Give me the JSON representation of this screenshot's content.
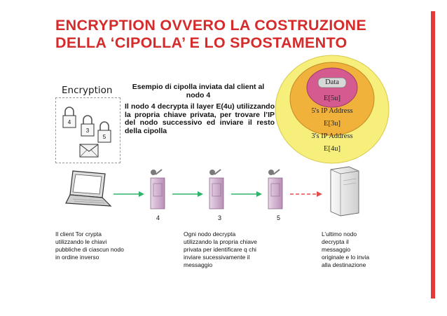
{
  "slide": {
    "title": "ENCRYPTION OVVERO LA COSTRUZIONE DELLA ‘CIPOLLA’ E LO SPOSTAMENTO",
    "encryption_label": "Encryption",
    "lock_numbers": [
      "4",
      "3",
      "5"
    ],
    "example_title": "Esempio di cipolla inviata dal client al nodo 4",
    "example_body": "Il nodo 4 decrypta il layer E(4u) utilizzando la propria chiave privata, per trovare l’IP del nodo successivo ed inviare il resto della cipolla",
    "onion_layers": [
      "Data",
      "E[5u]",
      "5's IP Address",
      "E[3u]",
      "3's IP Address",
      "E[4u]"
    ],
    "node_numbers": [
      "4",
      "3",
      "5"
    ],
    "caption_left": "Il client Tor crypta utilizzando le chiavi pubbliche di ciascun nodo in ordine inverso",
    "caption_middle": "Ogni nodo decrypta utilizzando la propria chiave privata per identificare q chi inviare sucessivamente il messaggio",
    "caption_right": "L’ultimo nodo decrypta il messaggio originale e lo invia alla destinazione"
  },
  "colors": {
    "title": "#d52b2b",
    "accent_bar": "#e23a3a",
    "onion_outer": "#f6ef7c",
    "onion_middle": "#f0b23a",
    "onion_inner": "#d55a8f",
    "green_arrow": "#2fb36a",
    "red_arrow": "#e05050",
    "server_pink": "#c8a6c6"
  }
}
